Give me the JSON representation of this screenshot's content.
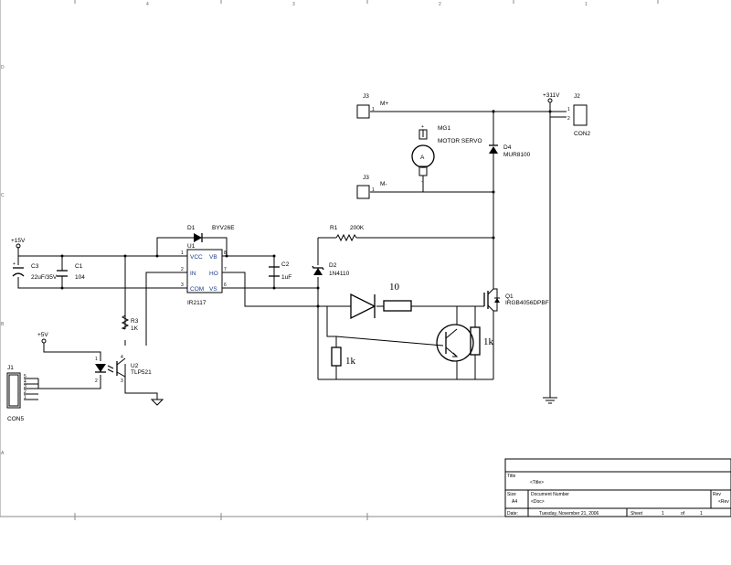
{
  "border": {
    "top_zones": [
      "4",
      "3",
      "2",
      "1"
    ],
    "left_zones": [
      "D",
      "C",
      "B",
      "A"
    ]
  },
  "supplies": {
    "p15": "+15V",
    "p5": "+5V",
    "p311": "+311V"
  },
  "components": {
    "c3": {
      "ref": "C3",
      "value": "22uF/35V"
    },
    "c1": {
      "ref": "C1",
      "value": "104"
    },
    "d1": {
      "ref": "D1",
      "value": "BYV26E"
    },
    "u1": {
      "ref": "U1",
      "value": "IR2117",
      "pins": {
        "vcc": "VCC",
        "vb": "VB",
        "in": "IN",
        "ho": "HO",
        "com": "COM",
        "vs": "VS"
      },
      "pin_numbers": {
        "vcc": "1",
        "vb": "8",
        "in": "2",
        "ho": "7",
        "com": "3",
        "vs": "6"
      }
    },
    "c2": {
      "ref": "C2",
      "value": "1uF"
    },
    "r1": {
      "ref": "R1",
      "value": "200K"
    },
    "d2": {
      "ref": "D2",
      "value": "1N4110"
    },
    "r3": {
      "ref": "R3",
      "value": "1K"
    },
    "u2": {
      "ref": "U2",
      "value": "TLP521",
      "pin_numbers": [
        "1",
        "2",
        "3",
        "4"
      ]
    },
    "j1": {
      "ref": "J1",
      "value": "CON5",
      "pins": [
        "5",
        "4",
        "3",
        "2",
        "1"
      ]
    },
    "j2": {
      "ref": "J2",
      "value": "CON2",
      "pins": [
        "1",
        "2"
      ]
    },
    "j3a": {
      "ref": "J3",
      "net": "M+",
      "pin": "1"
    },
    "j3b": {
      "ref": "J3",
      "net": "M-",
      "pin": "1"
    },
    "mg1": {
      "ref": "MG1",
      "value": "MOTOR SERVO",
      "symbol": "A",
      "pin_top": "+",
      "pin_bottom": "-"
    },
    "d4": {
      "ref": "D4",
      "value": "MUR8100"
    },
    "q1": {
      "ref": "Q1",
      "value": "IRGB4056DPBF"
    }
  },
  "handwritten": {
    "r_gate": "10",
    "r_base": "1k",
    "r_emitter": "1k"
  },
  "title_block": {
    "title_label": "Title",
    "title_value": "<Title>",
    "size_label": "Size",
    "size_value": "A4",
    "docnum_label": "Document Number",
    "docnum_value": "<Doc>",
    "rev_label": "Rev",
    "rev_value": "<Rev",
    "date_label": "Date:",
    "date_value": "Tuesday, November 21, 2006",
    "sheet_label": "Sheet",
    "sheet_num": "1",
    "of_label": "of",
    "sheet_total": "1"
  }
}
